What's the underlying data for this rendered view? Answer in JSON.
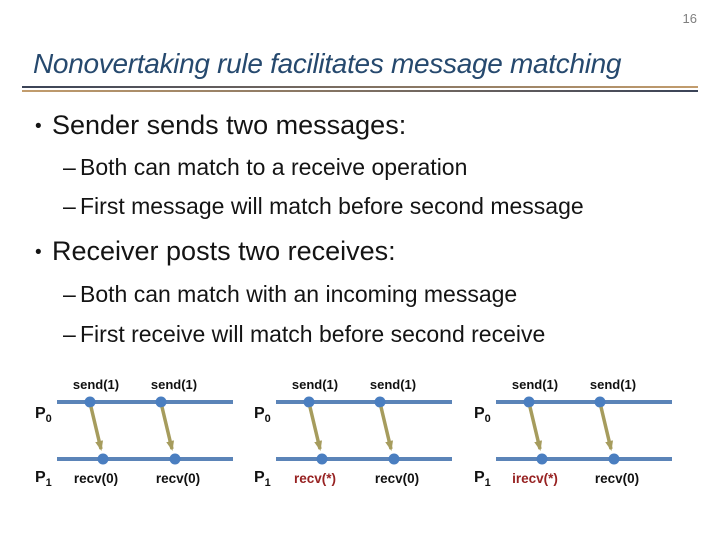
{
  "page": {
    "number": "16"
  },
  "title": {
    "text": "Nonovertaking rule facilitates message matching"
  },
  "markers": {
    "level1": "•",
    "level2": "–"
  },
  "bullets": [
    {
      "level": 1,
      "text": "Sender sends two messages:"
    },
    {
      "level": 2,
      "text": "Both can match to a receive operation"
    },
    {
      "level": 2,
      "text": "First message will match before second message"
    },
    {
      "level": 1,
      "text": "Receiver posts two receives:"
    },
    {
      "level": 2,
      "text": "Both can match with an incoming message"
    },
    {
      "level": 2,
      "text": "First receive will match before second receive"
    }
  ],
  "colors": {
    "title": "#26496e",
    "body_text": "#141414",
    "page_number": "#7f7f7f",
    "underline_dark": "#3a4357",
    "underline_tan": "#c39d6d",
    "timeline_line": "#5b84b8",
    "event_dot": "#4a7ec0",
    "message_arrow": "#a69c5d",
    "label_text": "#111111",
    "highlight_text": "#972222"
  },
  "diagram_panels": [
    {
      "process_top": {
        "base": "P",
        "sub": "0"
      },
      "process_bottom": {
        "base": "P",
        "sub": "1"
      },
      "send_labels": [
        "send(1)",
        "send(1)"
      ],
      "recv_labels": [
        {
          "text": "recv(0)",
          "highlight": false
        },
        {
          "text": "recv(0)",
          "highlight": false
        }
      ]
    },
    {
      "process_top": {
        "base": "P",
        "sub": "0"
      },
      "process_bottom": {
        "base": "P",
        "sub": "1"
      },
      "send_labels": [
        "send(1)",
        "send(1)"
      ],
      "recv_labels": [
        {
          "text": "recv(*)",
          "highlight": true
        },
        {
          "text": "recv(0)",
          "highlight": false
        }
      ]
    },
    {
      "process_top": {
        "base": "P",
        "sub": "0"
      },
      "process_bottom": {
        "base": "P",
        "sub": "1"
      },
      "send_labels": [
        "send(1)",
        "send(1)"
      ],
      "recv_labels": [
        {
          "text": "irecv(*)",
          "highlight": true
        },
        {
          "text": "recv(0)",
          "highlight": false
        }
      ]
    }
  ]
}
